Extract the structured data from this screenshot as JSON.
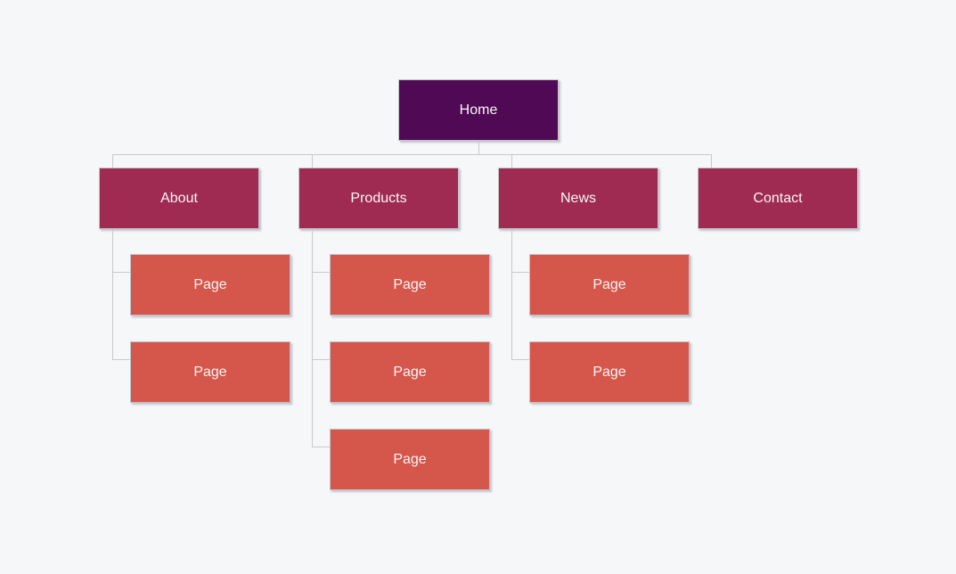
{
  "canvas": {
    "background": "#f6f7f9"
  },
  "colors": {
    "canvas_bg": "#f6f7f9",
    "home": "#500a55",
    "section": "#9f2a52",
    "page": "#d5564a",
    "text": "#faf5f7",
    "connector": "#c9c9ce",
    "box_border": "#c3c2c8"
  },
  "sitemap": {
    "root": {
      "label": "Home"
    },
    "sections": [
      {
        "label": "About",
        "children": [
          {
            "label": "Page"
          },
          {
            "label": "Page"
          }
        ]
      },
      {
        "label": "Products",
        "children": [
          {
            "label": "Page"
          },
          {
            "label": "Page"
          },
          {
            "label": "Page"
          }
        ]
      },
      {
        "label": "News",
        "children": [
          {
            "label": "Page"
          },
          {
            "label": "Page"
          }
        ]
      },
      {
        "label": "Contact",
        "children": []
      }
    ]
  }
}
